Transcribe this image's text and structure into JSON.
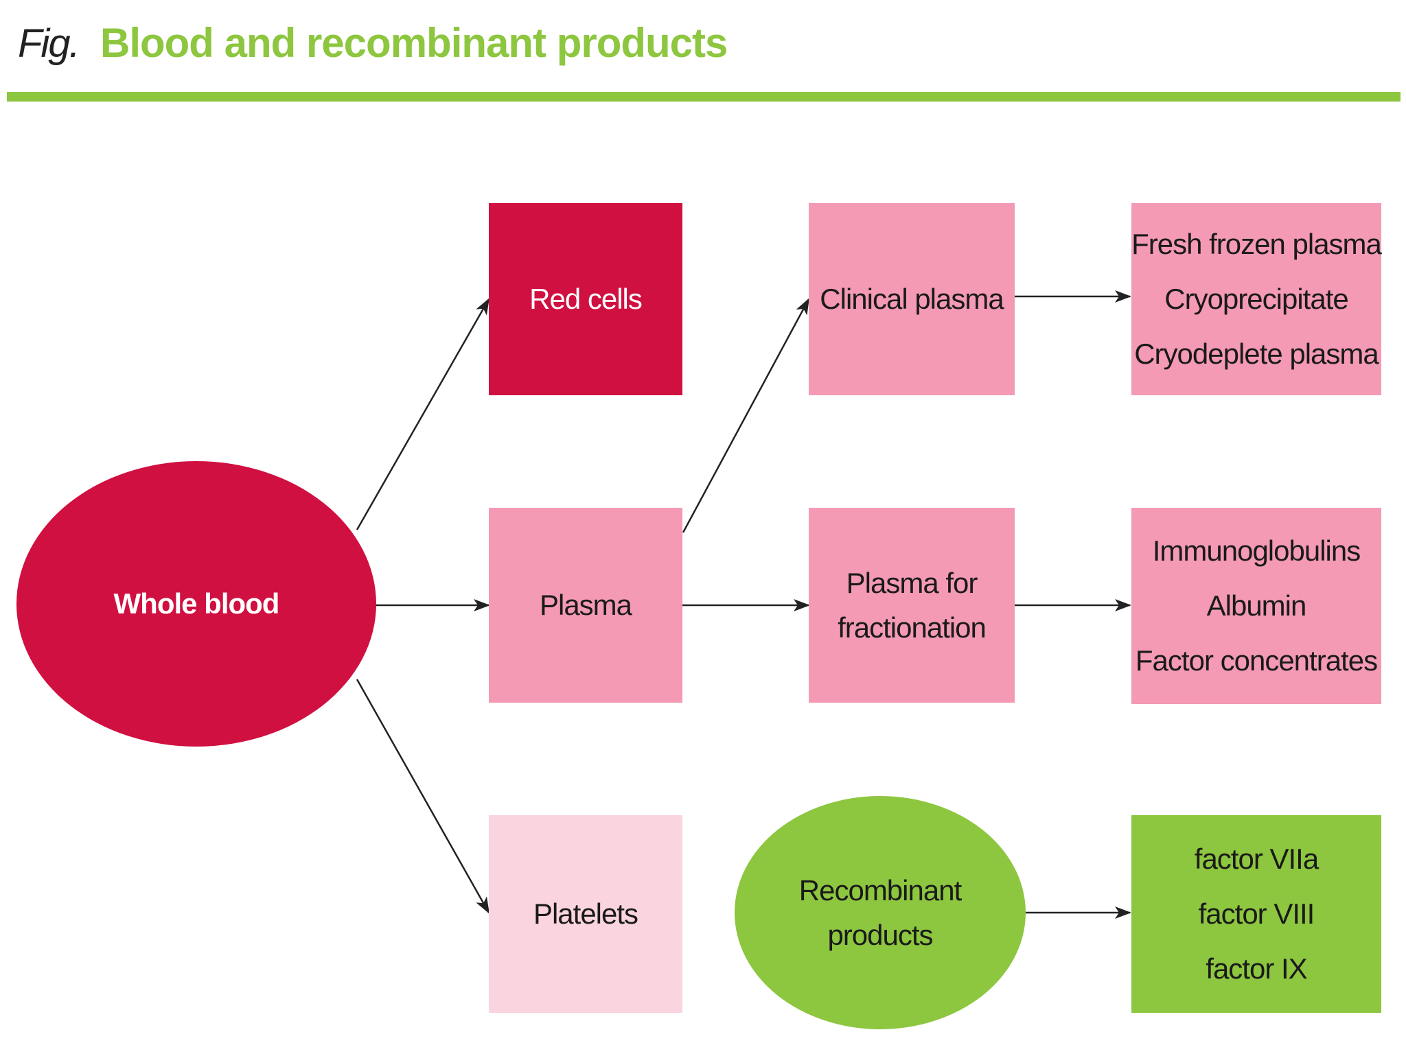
{
  "header": {
    "fig_label": "Fig.",
    "title": "Blood and recombinant products"
  },
  "colors": {
    "accent_green": "#8dc63f",
    "dark_red": "#d01040",
    "pink": "#f49ab4",
    "light_pink": "#fad4de",
    "arrow": "#222222"
  },
  "nodes": {
    "whole_blood": {
      "label": "Whole blood"
    },
    "red_cells": {
      "label": "Red cells"
    },
    "plasma": {
      "label": "Plasma"
    },
    "platelets": {
      "label": "Platelets"
    },
    "clinical_plasma": {
      "label": "Clinical plasma"
    },
    "plasma_fractionation": {
      "lines": [
        "Plasma for",
        "fractionation"
      ]
    },
    "recombinant": {
      "lines": [
        "Recombinant",
        "products"
      ]
    },
    "clinical_products": {
      "items": [
        "Fresh frozen plasma",
        "Cryoprecipitate",
        "Cryodeplete plasma"
      ]
    },
    "fractionation_products": {
      "items": [
        "Immunoglobulins",
        "Albumin",
        "Factor concentrates"
      ]
    },
    "recombinant_products": {
      "items": [
        "factor VIIa",
        "factor VIII",
        "factor IX"
      ]
    }
  },
  "edges": [
    {
      "from": "Whole blood",
      "to": "Red cells"
    },
    {
      "from": "Whole blood",
      "to": "Plasma"
    },
    {
      "from": "Whole blood",
      "to": "Platelets"
    },
    {
      "from": "Plasma",
      "to": "Clinical plasma"
    },
    {
      "from": "Plasma",
      "to": "Plasma for fractionation"
    },
    {
      "from": "Clinical plasma",
      "to": "Fresh frozen plasma / Cryoprecipitate / Cryodeplete plasma"
    },
    {
      "from": "Plasma for fractionation",
      "to": "Immunoglobulins / Albumin / Factor concentrates"
    },
    {
      "from": "Recombinant products",
      "to": "factor VIIa / factor VIII / factor IX"
    }
  ]
}
